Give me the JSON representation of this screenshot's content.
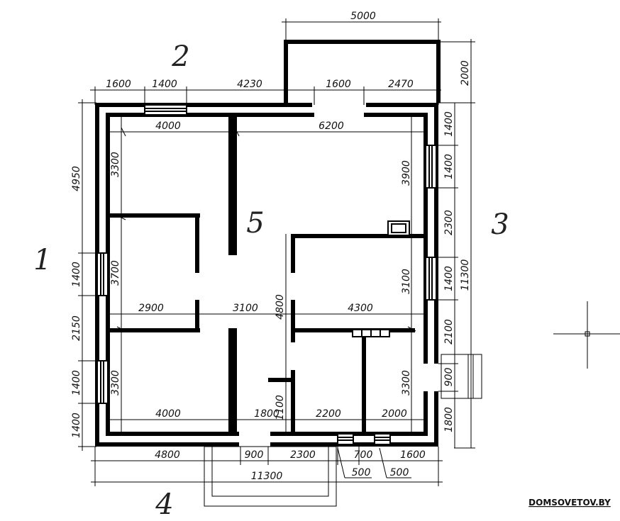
{
  "dimensions": {
    "top_extension": "5000",
    "right_extension": "2000",
    "top_segments": [
      "1600",
      "1400",
      "4230",
      "1600",
      "2470"
    ],
    "inner_top_left": "4000",
    "inner_top_right": "6200",
    "left_segments": [
      "4950",
      "1400",
      "2150",
      "1400",
      "1400"
    ],
    "inner_left": [
      "3300",
      "3700",
      "3300"
    ],
    "right_segments": [
      "1400",
      "1400",
      "2300",
      "1400",
      "2100",
      "900",
      "1800"
    ],
    "right_total": "11300",
    "inner_right": [
      "3900",
      "3100",
      "3300"
    ],
    "middle_horizontal": [
      "2900",
      "3100",
      "4300"
    ],
    "middle_vertical": [
      "4800",
      "1100"
    ],
    "inner_bottom": [
      "4000",
      "1800",
      "2200",
      "2000"
    ],
    "bottom_segments": [
      "4800",
      "900",
      "2300",
      "700",
      "1600"
    ],
    "bottom_small": [
      "500",
      "500"
    ],
    "bottom_total": "11300"
  },
  "side_labels": {
    "top": "2",
    "right": "3",
    "bottom": "4",
    "left": "1",
    "center": "5"
  },
  "watermark": "DOMSOVETOV.BY"
}
